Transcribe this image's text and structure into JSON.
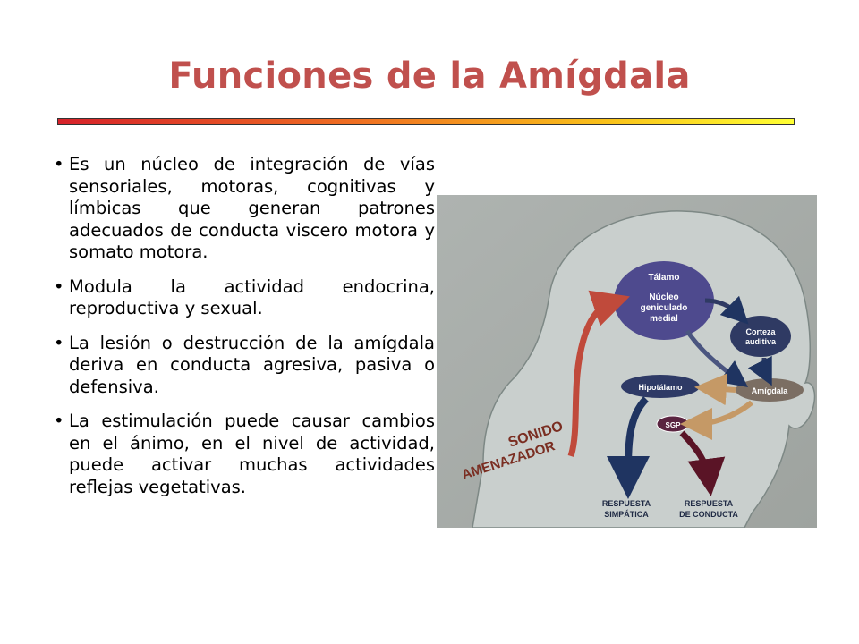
{
  "slide": {
    "title": "Funciones de la Amígdala",
    "bullets": [
      "Es un núcleo de integración de vías sensoriales, motoras, cognitivas y límbicas que generan patrones adecuados de conducta viscero motora y somato motora.",
      "Modula la actividad endocrina, reproductiva y sexual.",
      "La lesión o destrucción de la amígdala deriva en conducta agresiva, pasiva o defensiva.",
      "La estimulación puede causar cambios en el ánimo, en el nivel de actividad, puede activar muchas actividades reflejas vegetativas."
    ]
  },
  "diagram": {
    "talamo": "Tálamo",
    "nucleo_1": "Núcleo",
    "nucleo_2": "geniculado",
    "nucleo_3": "medial",
    "corteza_1": "Corteza",
    "corteza_2": "auditiva",
    "hipotalamo": "Hipotálamo",
    "amigdala": "Amígdala",
    "sgp": "SGP",
    "sonido": "SONIDO",
    "amenazador": "AMENAZADOR",
    "resp_simp_1": "RESPUESTA",
    "resp_simp_2": "SIMPÁTICA",
    "resp_cond_1": "RESPUESTA",
    "resp_cond_2": "DE CONDUCTA"
  }
}
